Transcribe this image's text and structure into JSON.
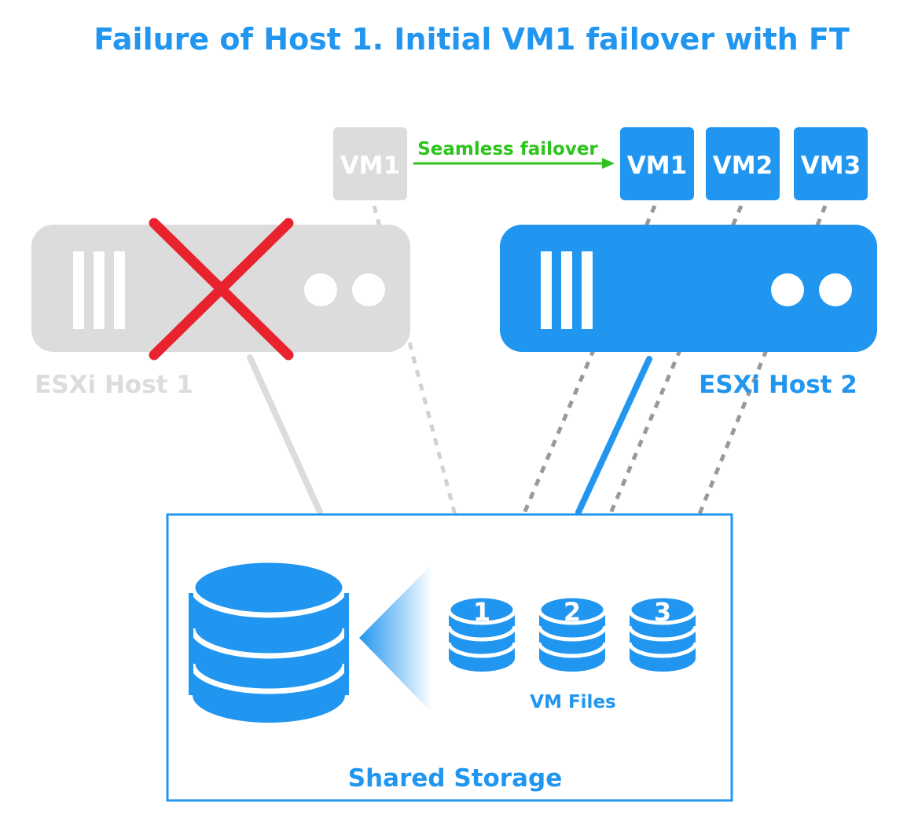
{
  "title": "Failure of Host 1. Initial VM1 failover with FT",
  "failover_label": "Seamless failover",
  "host1": {
    "label": "ESXi Host 1",
    "vm": "VM1",
    "status": "failed"
  },
  "host2": {
    "label": "ESXi Host 2",
    "vms": [
      "VM1",
      "VM2",
      "VM3"
    ]
  },
  "storage": {
    "label": "Shared Storage",
    "vm_files_label": "VM Files",
    "disks": [
      "1",
      "2",
      "3"
    ]
  },
  "colors": {
    "blue": "#2196f0",
    "gray": "#dcdcdc",
    "failed_x": "#e8232e",
    "failover_arrow": "#2ec31c",
    "dotted": "#999999"
  },
  "icons": {
    "failed": "red-x-icon",
    "database": "database-icon",
    "server": "server-icon"
  }
}
